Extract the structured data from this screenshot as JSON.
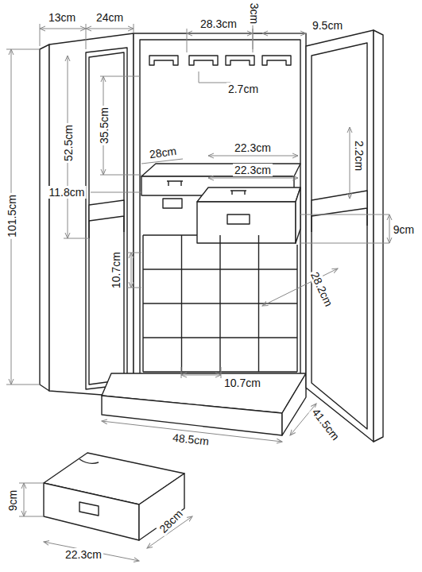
{
  "diagram": {
    "labels": [
      "13cm",
      "24cm",
      "28.3cm",
      "3cm",
      "9.5cm",
      "2.7cm",
      "35.5cm",
      "52.5cm",
      "101.5cm",
      "28cm",
      "22.3cm",
      "22.3cm",
      "2.2cm",
      "11.8cm",
      "9cm",
      "10.7cm",
      "28.2cm",
      "10.7cm",
      "48.5cm",
      "41.5cm",
      "9cm",
      "28cm",
      "22.3cm"
    ]
  }
}
